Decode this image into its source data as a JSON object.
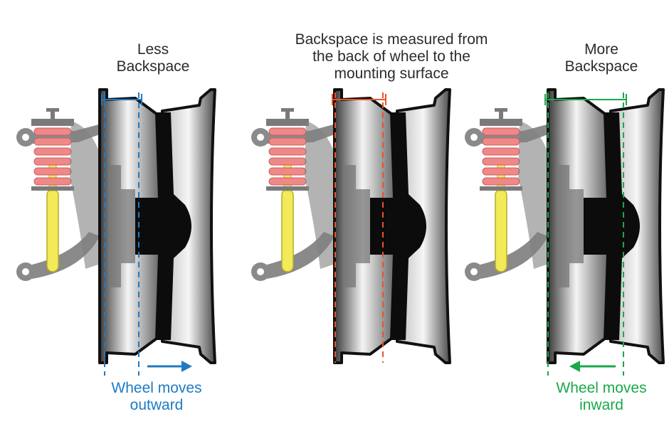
{
  "colors": {
    "less": "#1f7ac3",
    "center": "#e8542a",
    "more": "#1aa84a",
    "spring": "#f08888",
    "shock": "#f2ea58",
    "metal": "#555555"
  },
  "panels": {
    "less": {
      "label_line1": "Less",
      "label_line2": "Backspace",
      "note_line1": "Wheel moves",
      "note_line2": "outward",
      "arrow": "right-arrow"
    },
    "center": {
      "label_line1": "Backspace is measured from",
      "label_line2": "the back of wheel to the",
      "label_line3": "mounting surface"
    },
    "more": {
      "label_line1": "More",
      "label_line2": "Backspace",
      "note_line1": "Wheel moves",
      "note_line2": "inward",
      "arrow": "left-arrow"
    }
  }
}
